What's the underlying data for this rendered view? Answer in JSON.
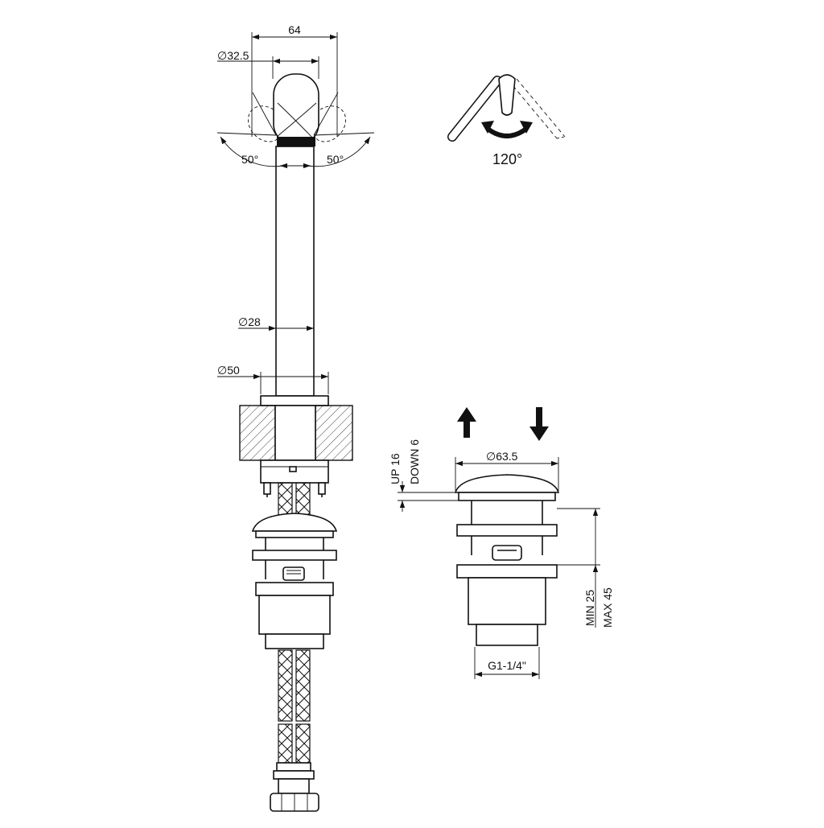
{
  "tap_dimensions": {
    "width_total": "64",
    "handle_diameter": "∅32.5",
    "angle_left": "50°",
    "angle_right": "50°",
    "spout_diameter": "∅28",
    "base_diameter": "∅50"
  },
  "lever_rotation": {
    "angle": "120°"
  },
  "waste_dimensions": {
    "cap_diameter": "∅63.5",
    "travel_up": "UP 16",
    "travel_down": "DOWN 6",
    "min_thickness": "MIN 25",
    "max_thickness": "MAX 45",
    "thread": "G1-1/4\""
  }
}
